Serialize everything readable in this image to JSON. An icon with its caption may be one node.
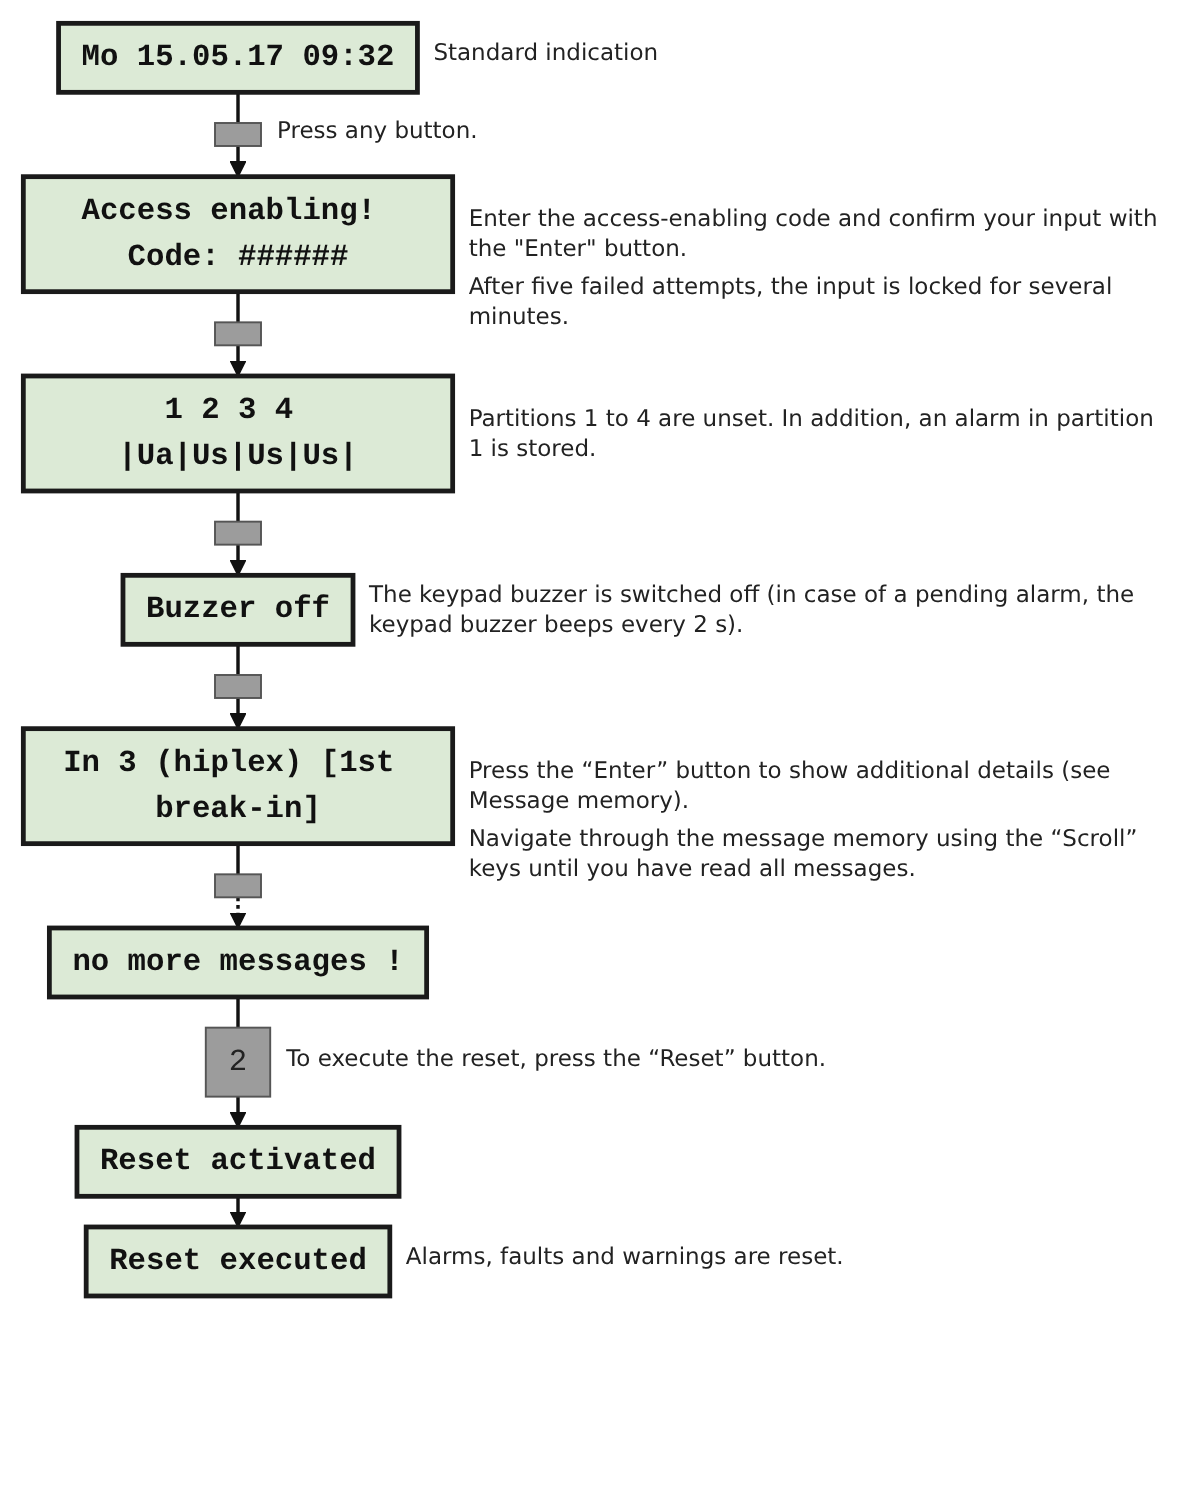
{
  "diagram": {
    "nodes": [
      {
        "text": [
          "Mo 15.05.17 09:32"
        ],
        "beside": [
          "Standard indication"
        ]
      },
      {
        "text": [],
        "shape": "box",
        "beside": [
          "Press any button."
        ]
      },
      {
        "text": [
          "Access enabling! Code: ######"
        ],
        "beside": [
          "Enter the access-enabling code and confirm your input with the \"Enter\" button.",
          "After five failed attempts, the input is locked for several minutes."
        ]
      },
      {
        "text": [],
        "shape": "box"
      },
      {
        "text": [
          "1 2 3 4 |Ua|Us|Us|Us|"
        ],
        "beside": [
          "Partitions 1 to 4 are unset. In addition, an alarm in partition 1 is stored."
        ]
      },
      {
        "text": [],
        "shape": "box"
      },
      {
        "text": [
          "Buzzer off"
        ],
        "beside": [
          "The keypad buzzer is switched off (in case of a pending alarm, the keypad buzzer beeps every 2 s)."
        ]
      },
      {
        "text": [],
        "shape": "box"
      },
      {
        "text": [
          "In 3 (hiplex) [1st break-in]"
        ],
        "beside": [
          "Press the “Enter” button to show additional details (see Message memory).",
          "Navigate through the message memory using the “Scroll” keys until you have read all messages."
        ]
      },
      {
        "text": [],
        "shape": "box"
      },
      {
        "text": [
          "no more messages !"
        ]
      },
      {
        "text": [
          "2"
        ],
        "beside": [
          "To execute the reset, press the “Reset” button."
        ]
      },
      {
        "text": [
          "Reset activated"
        ]
      },
      {
        "text": [
          "Reset executed"
        ],
        "beside": [
          "Alarms, faults and warnings are reset."
        ]
      }
    ],
    "edges": [
      {
        "from": 0,
        "to": 1,
        "arrow": "none"
      },
      {
        "from": 1,
        "to": 2,
        "arrow": "to"
      },
      {
        "from": 2,
        "to": 3,
        "arrow": "none"
      },
      {
        "from": 3,
        "to": 4,
        "arrow": "to"
      },
      {
        "from": 4,
        "to": 5,
        "arrow": "none"
      },
      {
        "from": 5,
        "to": 6,
        "arrow": "to"
      },
      {
        "from": 6,
        "to": 7,
        "arrow": "none"
      },
      {
        "from": 7,
        "to": 8,
        "arrow": "to"
      },
      {
        "from": 8,
        "to": 9,
        "arrow": "none"
      },
      {
        "from": 9,
        "to": 10,
        "arrow": "to",
        "style": "dashed"
      },
      {
        "from": 10,
        "to": 11,
        "arrow": "none"
      },
      {
        "from": 11,
        "to": 12,
        "arrow": "to"
      },
      {
        "from": 12,
        "to": 13,
        "arrow": "to"
      }
    ]
  }
}
